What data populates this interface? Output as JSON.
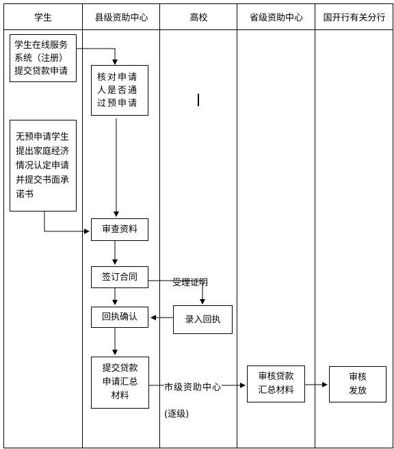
{
  "lanes": [
    {
      "name": "学生"
    },
    {
      "name": "县级资助中心"
    },
    {
      "name": "高校"
    },
    {
      "name": "省级资助中心"
    },
    {
      "name": "国开行有关分行"
    }
  ],
  "nodes": {
    "student_online": "学生在线服务系统（注册）提交贷款申请",
    "verify_preapp": "核对申请人是否通过预申请",
    "no_preapp": "无预申请学生提出家庭经济情况认定申请并提交书面承诺书",
    "review_docs": "审查资料",
    "sign_contract": "签订合同",
    "receipt_confirm": "回执确认",
    "submit_summary": "提交贷款申请汇总材料",
    "enter_receipt": "录入回执",
    "province_review": "审核贷款汇总材料",
    "bank_review": "审核发放"
  },
  "edge_labels": {
    "acceptance_cert": "受理证明",
    "city_center": "市级资助中心",
    "step_by_step": "(逐级)"
  },
  "colors": {
    "line": "#000000",
    "background": "#ffffff"
  }
}
